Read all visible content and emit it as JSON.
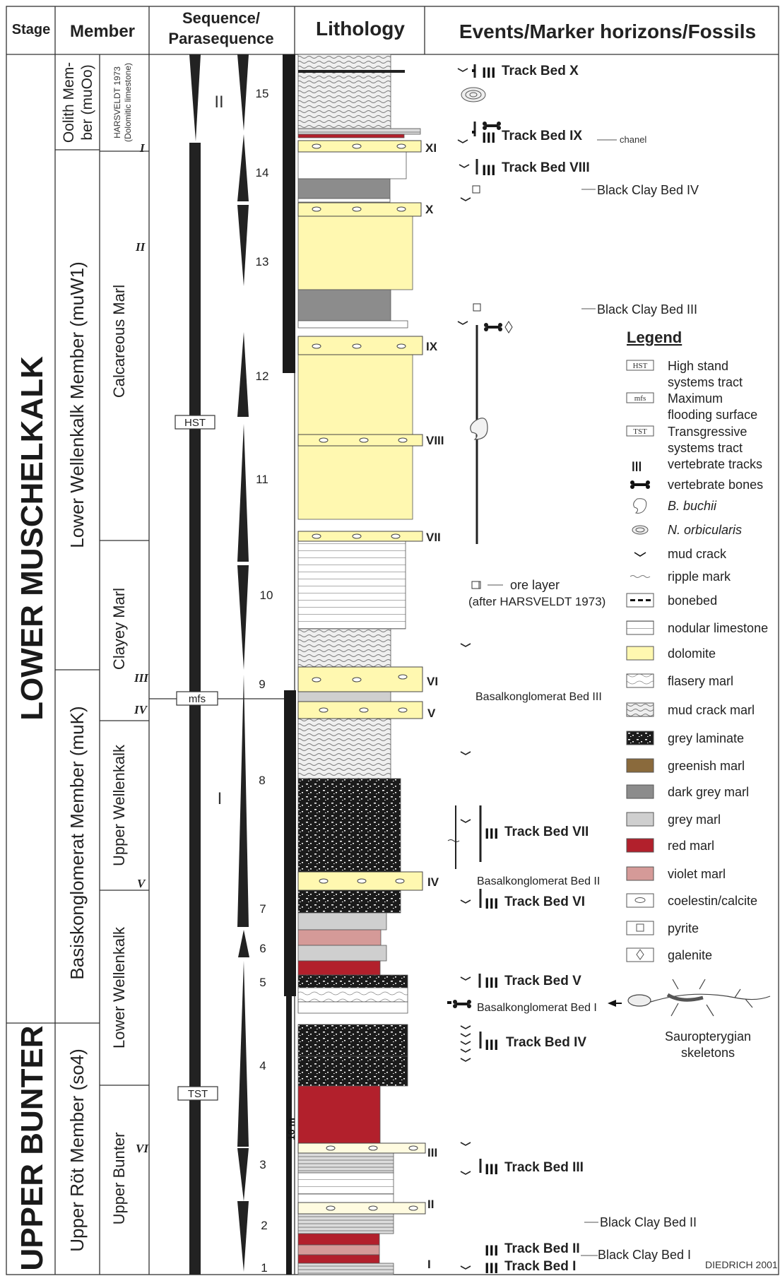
{
  "headers": {
    "stage": "Stage",
    "member": "Member",
    "sequence": [
      "Sequence/",
      "Parasequence"
    ],
    "lithology": "Lithology",
    "events": "Events/Marker horizons/Fossils"
  },
  "stages": [
    "LOWER MUSCHELKALK",
    "UPPER BUNTER"
  ],
  "members": [
    "Oolith Mem-",
    "ber (muOo)",
    "Lower Wellenkalk Member (muW1)",
    "Basiskonglomerat Member (muK)",
    "Upper Röt  Member (so4)"
  ],
  "submembers": [
    "HARSVELDT 1973",
    "(Dolomitic limestone)",
    "Calcareous Marl",
    "Clayey Marl",
    "Upper Wellenkalk",
    "Lower Wellenkalk",
    "Upper Bunter"
  ],
  "submember_numerals": [
    "I",
    "II",
    "III",
    "IV",
    "V",
    "VI"
  ],
  "sequence": {
    "labels": [
      "II",
      "I"
    ],
    "tracts": [
      "HST",
      "mfs",
      "TST"
    ],
    "parasequences": [
      "15",
      "14",
      "13",
      "12",
      "11",
      "10",
      "9",
      "8",
      "7",
      "6",
      "5",
      "4",
      "3",
      "2",
      "1"
    ]
  },
  "scale_label": "10 m",
  "dolomite_beds": [
    "XI",
    "X",
    "IX",
    "VIII",
    "VII",
    "VI",
    "V",
    "IV",
    "III",
    "II",
    "I"
  ],
  "events": {
    "tracks": [
      "Track Bed X",
      "Track Bed IX",
      "Track Bed VIII",
      "Track Bed VII",
      "Track Bed VI",
      "Track Bed V",
      "Track Bed IV",
      "Track Bed III",
      "Track Bed II",
      "Track Bed I"
    ],
    "chanel": "chanel",
    "black_clay": [
      "Black Clay Bed IV",
      "Black Clay Bed III",
      "Black Clay Bed II",
      "Black Clay Bed I"
    ],
    "ore_layer": [
      "ore layer",
      "(after HARSVELDT 1973)"
    ],
    "basal": [
      "Basalkonglomerat Bed III",
      "Basalkonglomerat Bed II",
      "Basalkonglomerat Bed I"
    ],
    "sauropterygian": [
      "Sauropterygian",
      "skeletons"
    ],
    "credit": "DIEDRICH 2001"
  },
  "legend": {
    "title": "Legend",
    "items": [
      {
        "box": "HST",
        "lines": [
          "High stand",
          "systems tract"
        ]
      },
      {
        "box": "mfs",
        "lines": [
          "Maximum",
          "flooding surface"
        ]
      },
      {
        "box": "TST",
        "lines": [
          "Transgressive",
          "systems tract"
        ]
      },
      {
        "icon": "vertebrate-tracks",
        "lines": [
          "vertebrate tracks"
        ]
      },
      {
        "icon": "vertebrate-bones",
        "lines": [
          "vertebrate bones"
        ]
      },
      {
        "icon": "b-buchii",
        "lines": [
          "B. buchii"
        ]
      },
      {
        "icon": "n-orbicularis",
        "lines": [
          "N. orbicularis"
        ]
      },
      {
        "icon": "mud-crack",
        "lines": [
          "mud crack"
        ]
      },
      {
        "icon": "ripple-mark",
        "lines": [
          "ripple mark"
        ]
      },
      {
        "icon": "bonebed",
        "lines": [
          "bonebed"
        ]
      },
      {
        "swatch": "nodular",
        "color": "#ffffff",
        "lines": [
          "nodular limestone"
        ]
      },
      {
        "swatch": "dolomite",
        "color": "#fff8b0",
        "lines": [
          "dolomite"
        ]
      },
      {
        "swatch": "flasery",
        "color": "#ffffff",
        "lines": [
          "flasery marl"
        ]
      },
      {
        "swatch": "mudcrack",
        "color": "#e6e6e6",
        "lines": [
          "mud crack marl"
        ]
      },
      {
        "swatch": "greylam",
        "color": "#222222",
        "lines": [
          "grey laminate"
        ]
      },
      {
        "swatch": "solid",
        "color": "#8a6a3c",
        "lines": [
          "greenish marl"
        ]
      },
      {
        "swatch": "solid",
        "color": "#8c8c8c",
        "lines": [
          "dark grey marl"
        ]
      },
      {
        "swatch": "solid",
        "color": "#cfcfcf",
        "lines": [
          "grey marl"
        ]
      },
      {
        "swatch": "solid",
        "color": "#b2202c",
        "lines": [
          "red marl"
        ]
      },
      {
        "swatch": "solid",
        "color": "#d59a98",
        "lines": [
          "violet marl"
        ]
      },
      {
        "swatch": "coelestin",
        "color": "#ffffff",
        "lines": [
          "coelestin/calcite"
        ]
      },
      {
        "swatch": "pyrite",
        "color": "#ffffff",
        "lines": [
          "pyrite"
        ]
      },
      {
        "swatch": "galenite",
        "color": "#ffffff",
        "lines": [
          "galenite"
        ]
      }
    ]
  }
}
